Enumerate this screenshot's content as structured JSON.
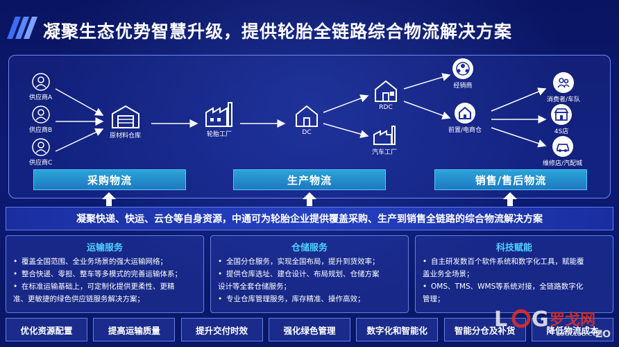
{
  "title": "凝聚生态优势智慧升级，提供轮胎全链路综合物流解决方案",
  "nodes": {
    "supplier_a": "供应商A",
    "supplier_b": "供应商B",
    "supplier_c": "供应商C",
    "raw_warehouse": "原材料仓库",
    "tire_factory": "轮胎工厂",
    "dc": "DC",
    "rdc": "RDC",
    "auto_factory": "汽车工厂",
    "distributor": "经销商",
    "front_warehouse": "前置/电商仓",
    "consumer": "消费者/车队",
    "store_4s": "4S店",
    "repair_shop": "维修店/汽配城"
  },
  "stages": [
    "采购物流",
    "生产物流",
    "销售/售后物流"
  ],
  "statement": "凝聚快递、快运、云仓等自身资源，中通可为轮胎企业提供覆盖采购、生产到销售全链路的综合物流解决方案",
  "services": [
    {
      "title": "运输服务",
      "items": [
        {
          "text": "覆盖全国范围、全业务场景的强大运输网络；",
          "cont": false
        },
        {
          "text": "整合快递、零担、整车等多模式的完善运输体系；",
          "cont": false
        },
        {
          "text": "在标准运输基础上，可定制化提供更柔性、更精",
          "cont": false
        },
        {
          "text": "准、更敏捷的绿色供应链服务解决方案；",
          "cont": true
        }
      ]
    },
    {
      "title": "仓储服务",
      "items": [
        {
          "text": "全国分仓服务，实现全国布局，提升到货效率；",
          "cont": false
        },
        {
          "text": "提供仓库选址、建仓设计、布局规划、仓储方案",
          "cont": false
        },
        {
          "text": "设计等全套仓储服务；",
          "cont": true
        },
        {
          "text": "专业仓库管理服务，库存精准、操作高效；",
          "cont": false
        }
      ]
    },
    {
      "title": "科技赋能",
      "items": [
        {
          "text": "自主研发数百个软件系统和数字化工具，赋能覆",
          "cont": false
        },
        {
          "text": "盖业务全场景；",
          "cont": true
        },
        {
          "text": "OMS、TMS、WMS等系统对接，全链路数字化",
          "cont": false
        },
        {
          "text": "管理；",
          "cont": true
        }
      ]
    }
  ],
  "tags": [
    "优化资源配置",
    "提高运输质量",
    "提升交付时效",
    "强化绿色管理",
    "数字化和智能化",
    "智能分仓及补货",
    "降低物流成本"
  ],
  "watermark": {
    "text": "LOG罗戈网",
    "sub": "LOGCLUB.COM",
    "zo": "ZO"
  },
  "colors": {
    "accent": "#4fd0ff",
    "band": "#1f78c0",
    "frame": "#6d8cf0",
    "watermark_red": "#e0302a"
  }
}
